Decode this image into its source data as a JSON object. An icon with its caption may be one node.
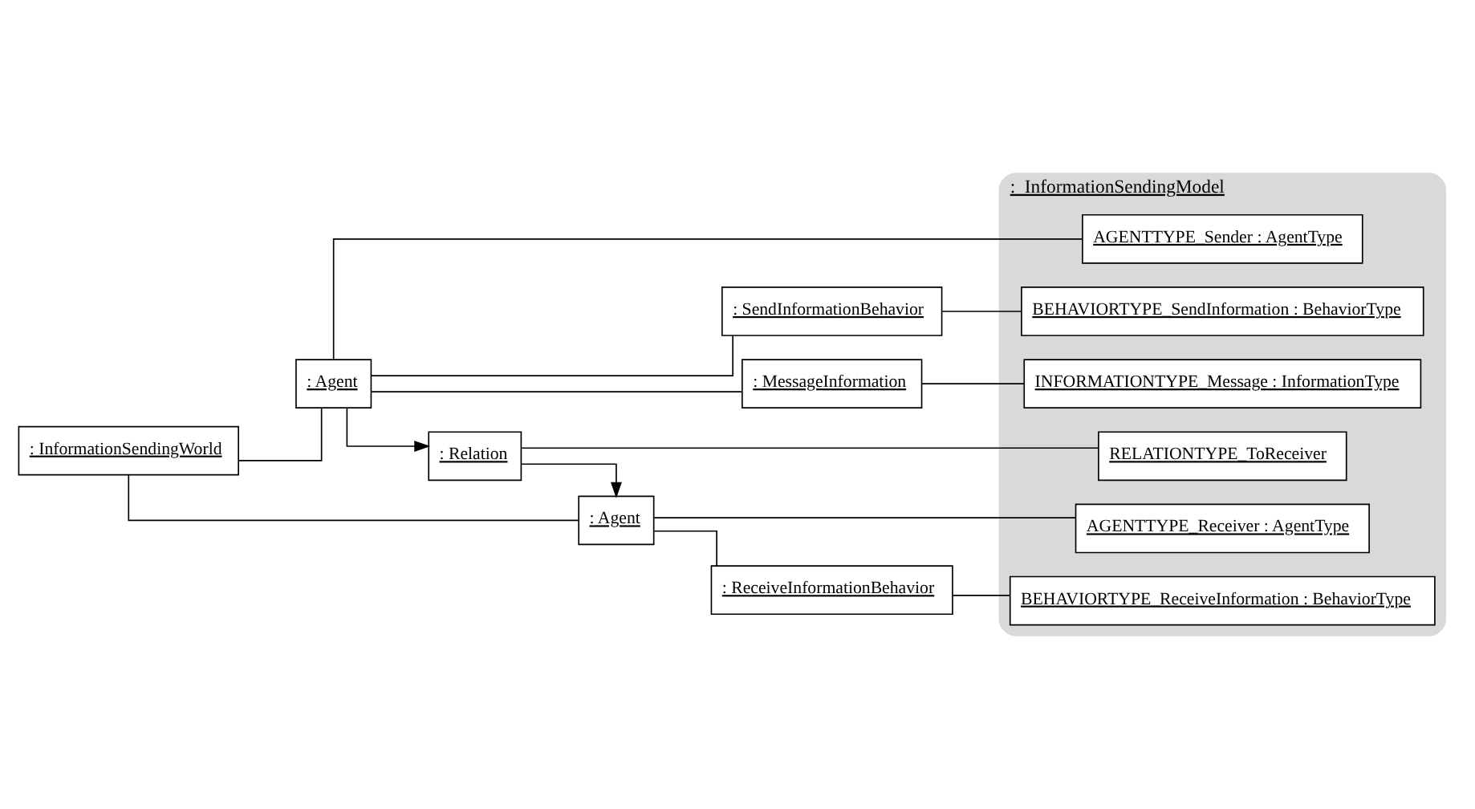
{
  "diagram": {
    "nodes": [
      {
        "text": [
          ": InformationSendingWorld"
        ]
      },
      {
        "text": [
          ":  InformationSendingModel"
        ]
      },
      {
        "text": [
          ": Agent"
        ]
      },
      {
        "text": [
          ": SendInformationBehavior"
        ]
      },
      {
        "text": [
          ": MessageInformation"
        ]
      },
      {
        "text": [
          ": Relation"
        ]
      },
      {
        "text": [
          ": Agent"
        ]
      },
      {
        "text": [
          ": ReceiveInformationBehavior"
        ]
      },
      {
        "text": [
          "AGENTTYPE_Sender : AgentType"
        ],
        "in": 1
      },
      {
        "text": [
          "BEHAVIORTYPE_SendInformation : BehaviorType"
        ],
        "in": 1
      },
      {
        "text": [
          "INFORMATIONTYPE_Message : InformationType"
        ],
        "in": 1
      },
      {
        "text": [
          "RELATIONTYPE_ToReceiver"
        ],
        "in": 1
      },
      {
        "text": [
          "AGENTTYPE_Receiver : AgentType"
        ],
        "in": 1
      },
      {
        "text": [
          "BEHAVIORTYPE_ReceiveInformation : BehaviorType"
        ],
        "in": 1
      }
    ],
    "edges": [
      {
        "from": 0,
        "to": 2,
        "arrow": "none"
      },
      {
        "from": 0,
        "to": 6,
        "arrow": "none"
      },
      {
        "from": 2,
        "to": 3,
        "arrow": "none"
      },
      {
        "from": 2,
        "to": 4,
        "arrow": "none"
      },
      {
        "from": 2,
        "to": 5,
        "arrow": "to"
      },
      {
        "from": 5,
        "to": 6,
        "arrow": "to"
      },
      {
        "from": 6,
        "to": 7,
        "arrow": "none"
      },
      {
        "from": 2,
        "to": 8,
        "arrow": "none"
      },
      {
        "from": 3,
        "to": 9,
        "arrow": "none"
      },
      {
        "from": 4,
        "to": 10,
        "arrow": "none"
      },
      {
        "from": 5,
        "to": 11,
        "arrow": "none"
      },
      {
        "from": 6,
        "to": 12,
        "arrow": "none"
      },
      {
        "from": 7,
        "to": 13,
        "arrow": "none"
      }
    ]
  }
}
